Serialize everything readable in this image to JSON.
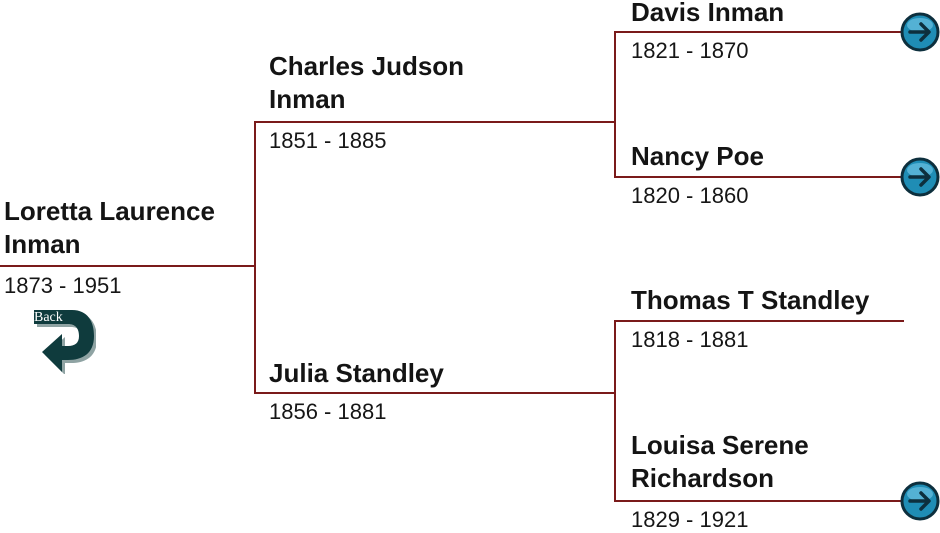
{
  "tree": {
    "root": {
      "name": "Loretta Laurence Inman",
      "dates": "1873 - 1951"
    },
    "father": {
      "name": "Charles Judson Inman",
      "dates": "1851 - 1885"
    },
    "mother": {
      "name": "Julia Standley",
      "dates": "1856 - 1881"
    },
    "paternal_grandfather": {
      "name": "Davis Inman",
      "dates": "1821 - 1870"
    },
    "paternal_grandmother": {
      "name": "Nancy Poe",
      "dates": "1820 - 1860"
    },
    "maternal_grandfather": {
      "name": "Thomas T Standley",
      "dates": "1818 - 1881"
    },
    "maternal_grandmother": {
      "name": "Louisa Serene Richardson",
      "dates": "1829 - 1921"
    }
  },
  "controls": {
    "back_label": "Back",
    "back_icon": "back-arrow-icon",
    "forward_icon": "arrow-right-circle-icon"
  },
  "colors": {
    "connector_line": "#7a1a1a",
    "arrow_button": "#1f8db5",
    "back_arrow": "#0f3b3d"
  }
}
